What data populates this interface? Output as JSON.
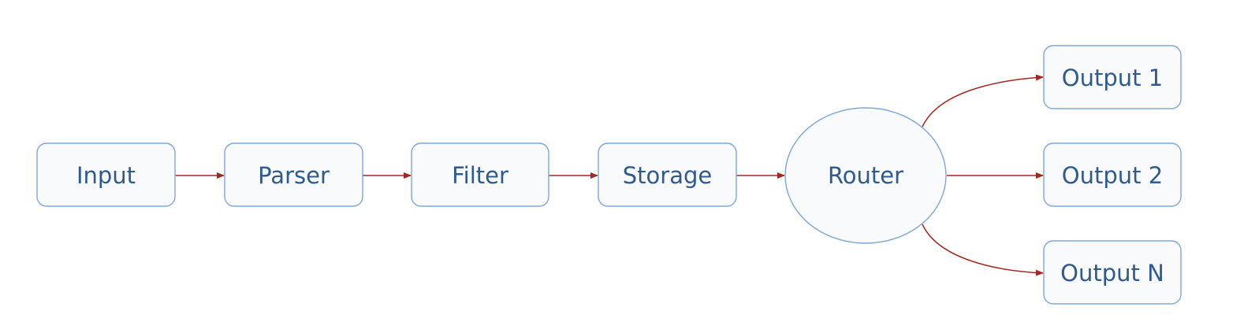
{
  "nodes": {
    "input": "Input",
    "parser": "Parser",
    "filter": "Filter",
    "storage": "Storage",
    "router": "Router",
    "output1": "Output 1",
    "output2": "Output 2",
    "outputN": "Output N"
  },
  "edges": [
    {
      "from": "Input",
      "to": "Parser"
    },
    {
      "from": "Parser",
      "to": "Filter"
    },
    {
      "from": "Filter",
      "to": "Storage"
    },
    {
      "from": "Storage",
      "to": "Router"
    },
    {
      "from": "Router",
      "to": "Output 1"
    },
    {
      "from": "Router",
      "to": "Output 2"
    },
    {
      "from": "Router",
      "to": "Output N"
    }
  ],
  "colors": {
    "node_fill": "#f9fafb",
    "node_border": "#7fa7d6",
    "node_text": "#2f5a8f",
    "edge": "#a0281e"
  }
}
